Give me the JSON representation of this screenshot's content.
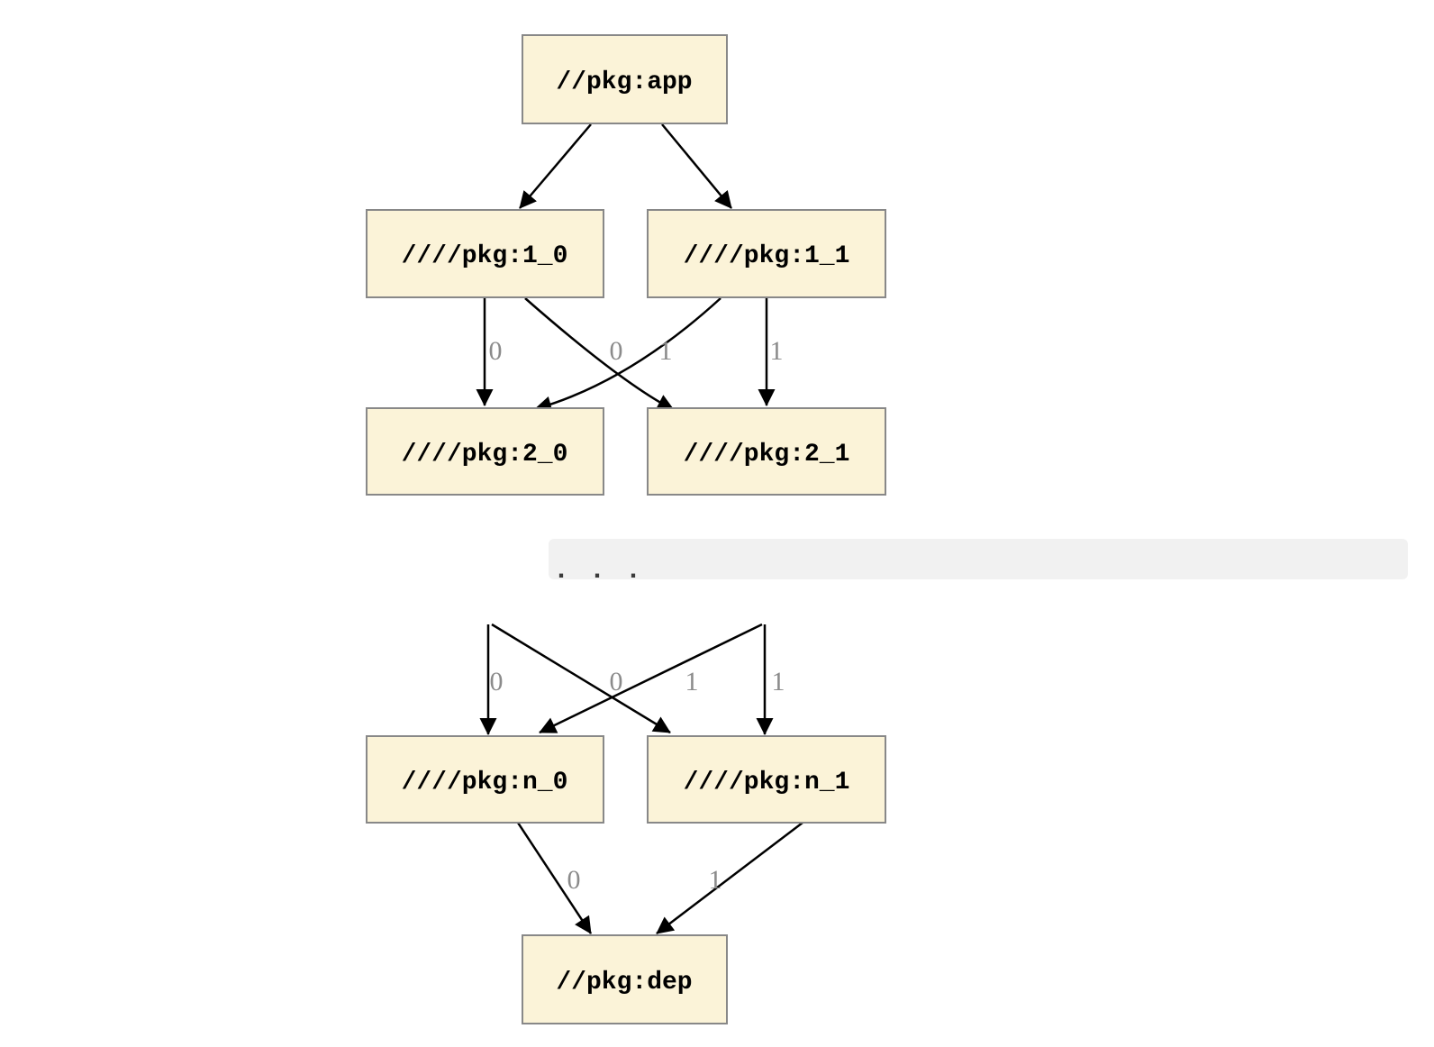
{
  "graph": {
    "nodes": {
      "app": {
        "label": "//pkg:app"
      },
      "l1_0": {
        "label": "////pkg:1_0"
      },
      "l1_1": {
        "label": "////pkg:1_1"
      },
      "l2_0": {
        "label": "////pkg:2_0"
      },
      "l2_1": {
        "label": "////pkg:2_1"
      },
      "ln_0": {
        "label": "////pkg:n_0"
      },
      "ln_1": {
        "label": "////pkg:n_1"
      },
      "dep": {
        "label": "//pkg:dep"
      }
    },
    "ellipsis": ". . .",
    "edges": [
      {
        "from": "//pkg:app",
        "to": "////pkg:1_0",
        "label": ""
      },
      {
        "from": "//pkg:app",
        "to": "////pkg:1_1",
        "label": ""
      },
      {
        "from": "////pkg:1_0",
        "to": "////pkg:2_0",
        "label": "0"
      },
      {
        "from": "////pkg:1_0",
        "to": "////pkg:2_1",
        "label": "1"
      },
      {
        "from": "////pkg:1_1",
        "to": "////pkg:2_0",
        "label": "0"
      },
      {
        "from": "////pkg:1_1",
        "to": "////pkg:2_1",
        "label": "1"
      },
      {
        "from": "…",
        "to": "////pkg:n_0",
        "label": "0"
      },
      {
        "from": "…",
        "to": "////pkg:n_1",
        "label": "1"
      },
      {
        "from": "…",
        "to": "////pkg:n_0",
        "label": "0"
      },
      {
        "from": "…",
        "to": "////pkg:n_1",
        "label": "1"
      },
      {
        "from": "////pkg:n_0",
        "to": "//pkg:dep",
        "label": "0"
      },
      {
        "from": "////pkg:n_1",
        "to": "//pkg:dep",
        "label": "1"
      }
    ],
    "colors": {
      "background": "#ffffff",
      "node_fill": "#fbf3d8",
      "node_border": "#888888",
      "edge": "#000000",
      "edge_label": "#8b8b8b",
      "ellipsis_bg": "#f1f1f1"
    }
  }
}
